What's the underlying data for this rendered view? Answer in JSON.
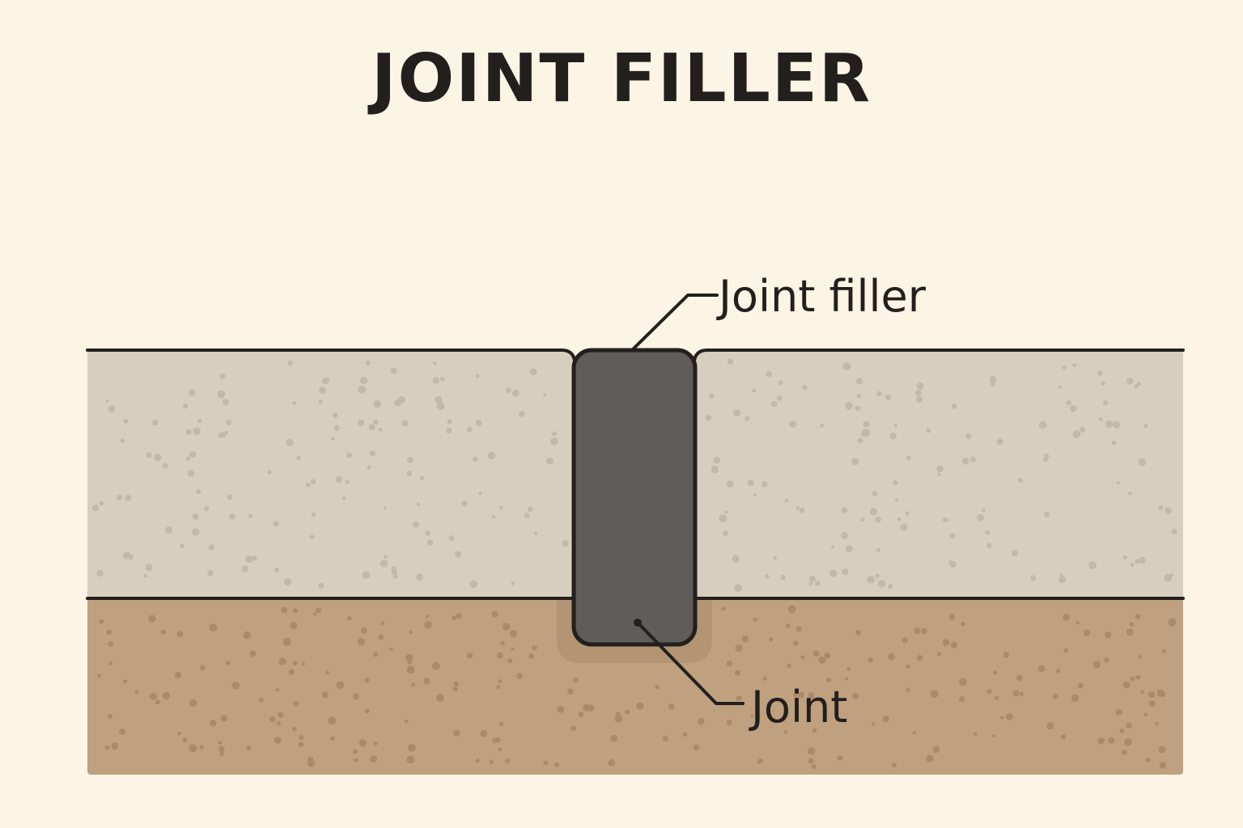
{
  "diagram": {
    "title": "JOINT FILLER",
    "labels": {
      "joint_filler": "Joint filler",
      "joint": "Joint"
    },
    "colors": {
      "background": "#fcf5e6",
      "concrete": "#d6cfc0",
      "concrete_speckle": "#c2b9aa",
      "subbase": "#bfa17f",
      "subbase_speckle": "#a98b6a",
      "filler": "#5f5c59",
      "outline": "#231f1c"
    }
  }
}
